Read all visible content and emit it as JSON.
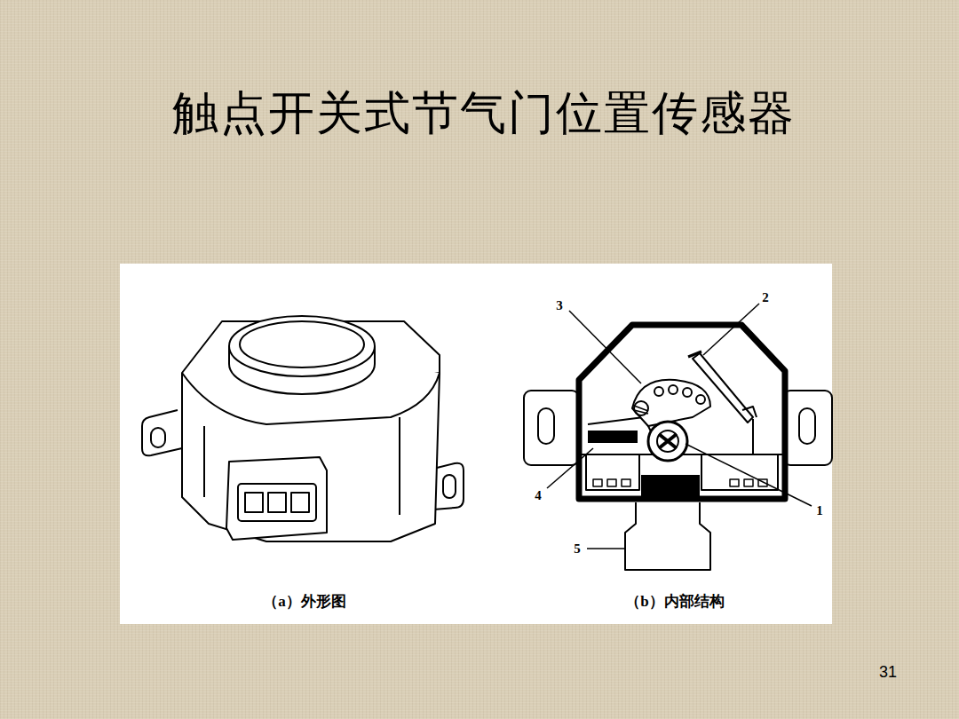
{
  "diagram": {
    "title": "触点开关式节气门位置传感器",
    "labels": [
      "3",
      "2",
      "4",
      "1",
      "5",
      "（a）外形图",
      "（b）内部结构",
      "31"
    ]
  }
}
